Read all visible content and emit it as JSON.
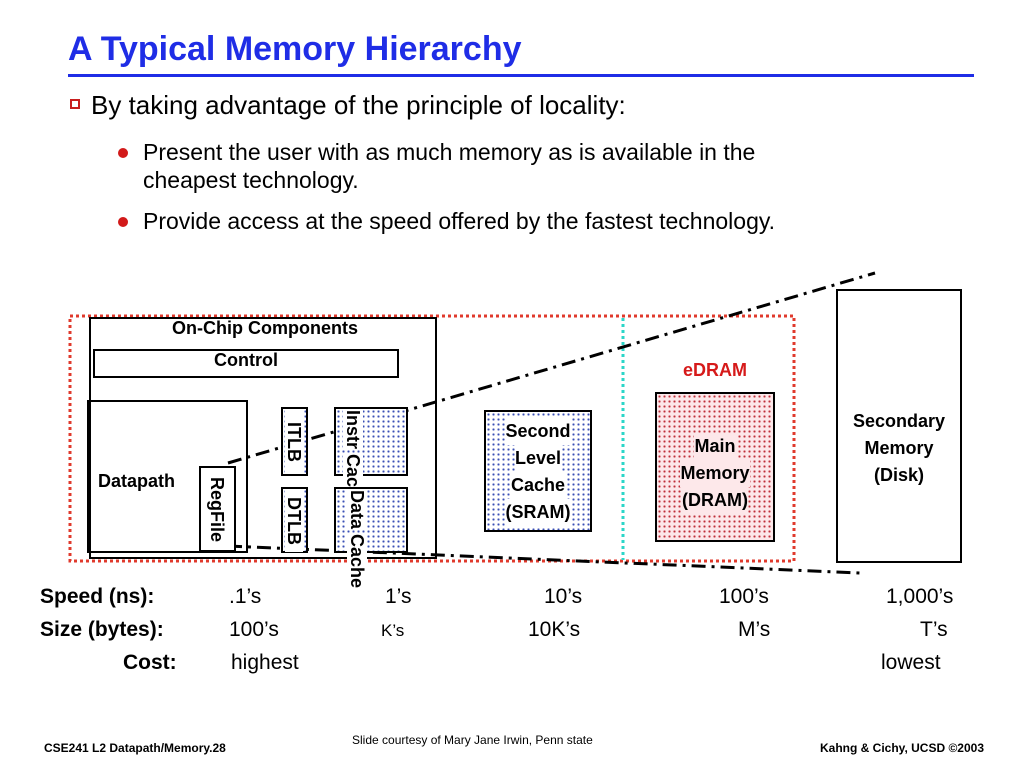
{
  "slide": {
    "title": "A Typical Memory Hierarchy",
    "main_bullet": "By taking advantage of the principle of locality:",
    "sub_bullets": [
      {
        "line1": "Present the user with as much memory as is available in the",
        "line2": "cheapest technology."
      },
      {
        "line1": "Provide access at the speed offered by the fastest technology.",
        "line2": ""
      }
    ]
  },
  "diagram": {
    "onchip_label": "On-Chip Components",
    "control_label": "Control",
    "datapath_label": "Datapath",
    "regfile_label": "RegFile",
    "itlb_label": "ITLB",
    "dtlb_label": "DTLB",
    "instr_cache_label": [
      "Instr",
      "Cache"
    ],
    "data_cache_label": [
      "Data",
      "Cache"
    ],
    "second_level_label": [
      "Second",
      "Level",
      "Cache",
      "(SRAM)"
    ],
    "edram_label": "eDRAM",
    "main_memory_label": [
      "Main",
      "Memory",
      "(DRAM)"
    ],
    "secondary_label": [
      "Secondary",
      "Memory",
      "(Disk)"
    ],
    "colors": {
      "title_blue": "#1f2de6",
      "edram_red": "#d61a1a",
      "teal_divider": "#2bd6c8",
      "red_border": "#e03a2c"
    }
  },
  "table": {
    "speed": {
      "label": "Speed  (ns):",
      "values": [
        ".1’s",
        "1’s",
        "10’s",
        "100’s",
        "1,000’s"
      ]
    },
    "size": {
      "label": "Size (bytes):",
      "values": [
        "100’s",
        "K’s",
        "10K’s",
        "M’s",
        "T’s"
      ]
    },
    "cost": {
      "label": "Cost:",
      "values": [
        "highest",
        "lowest"
      ]
    }
  },
  "footer": {
    "left": "CSE241  L2 Datapath/Memory.28",
    "center": "Slide courtesy of Mary Jane Irwin, Penn state",
    "right": "Kahng & Cichy, UCSD ©2003"
  }
}
